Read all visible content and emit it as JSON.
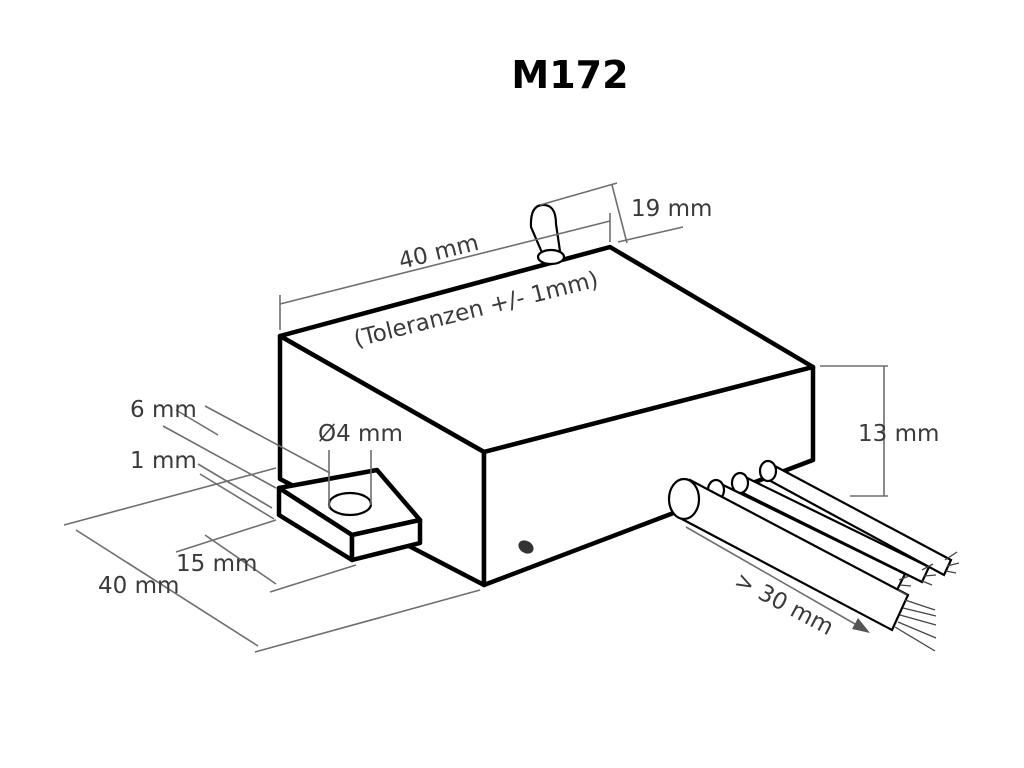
{
  "title": "M172",
  "dimensions": {
    "width_top": "40 mm",
    "tolerance": "(Toleranzen +/- 1mm)",
    "switch_offset": "19 mm",
    "height": "13 mm",
    "tab_hole": "Ø4 mm",
    "tab_width": "6 mm",
    "tab_thickness": "1 mm",
    "tab_length": "15 mm",
    "depth": "40 mm",
    "wire_length": "> 30 mm"
  }
}
